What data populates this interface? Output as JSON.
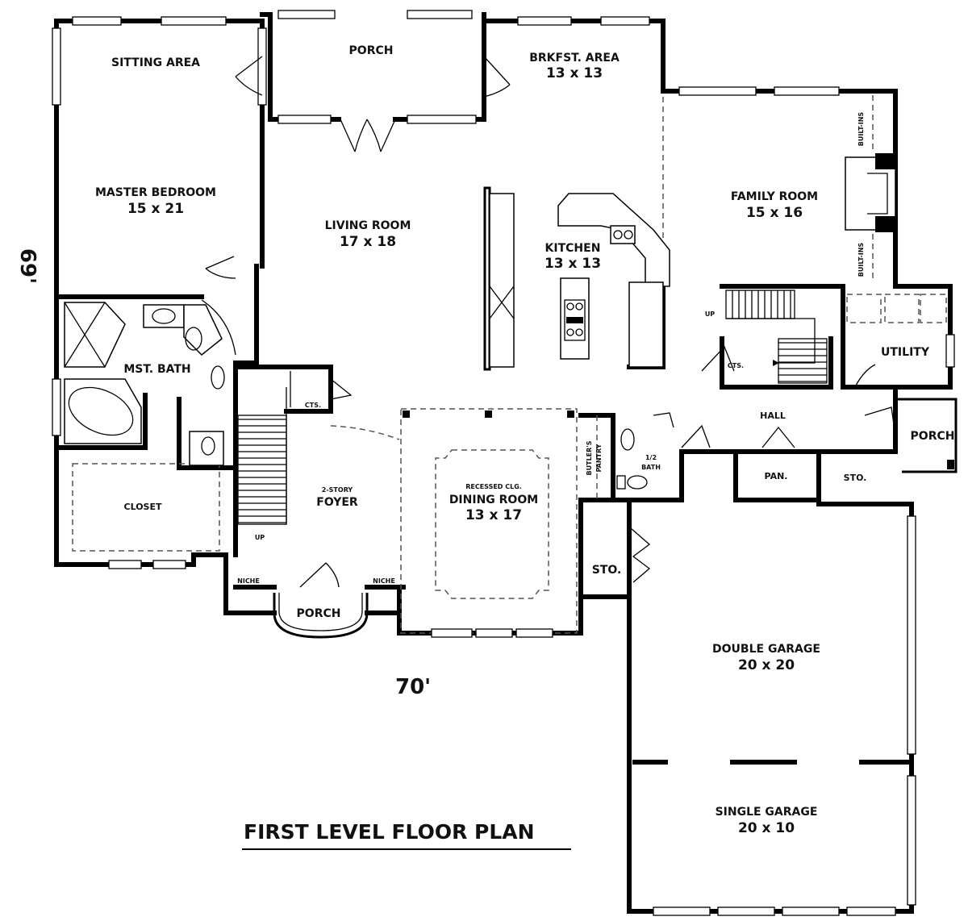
{
  "plan": {
    "title": "FIRST LEVEL FLOOR PLAN",
    "width_label": "70'",
    "depth_label": "69'"
  },
  "rooms": {
    "sitting_area": {
      "name": "SITTING AREA"
    },
    "porch_rear": {
      "name": "PORCH"
    },
    "breakfast": {
      "name": "BRKFST. AREA",
      "dims": "13 x 13"
    },
    "master_bedroom": {
      "name": "MASTER BEDROOM",
      "dims": "15 x 21"
    },
    "living_room": {
      "name": "LIVING ROOM",
      "dims": "17 x 18"
    },
    "kitchen": {
      "name": "KITCHEN",
      "dims": "13 x 13"
    },
    "family_room": {
      "name": "FAMILY ROOM",
      "dims": "15 x 16"
    },
    "mst_bath": {
      "name": "MST. BATH"
    },
    "utility": {
      "name": "UTILITY"
    },
    "closet": {
      "name": "CLOSET"
    },
    "foyer": {
      "note": "2-STORY",
      "name": "FOYER"
    },
    "dining_room": {
      "note": "RECESSED CLG.",
      "name": "DINING ROOM",
      "dims": "13 x 17"
    },
    "half_bath": {
      "name": "1/2",
      "sub": "BATH"
    },
    "butlers_pantry": {
      "line1": "BUTLER'S",
      "line2": "PANTRY"
    },
    "hall": {
      "name": "HALL"
    },
    "porch_side": {
      "name": "PORCH"
    },
    "pantry": {
      "name": "PAN."
    },
    "storage_hall": {
      "name": "STO."
    },
    "storage_garage": {
      "name": "STO."
    },
    "porch_front": {
      "name": "PORCH"
    },
    "double_garage": {
      "name": "DOUBLE GARAGE",
      "dims": "20 x 20"
    },
    "single_garage": {
      "name": "SINGLE GARAGE",
      "dims": "20 x 10"
    }
  },
  "labels": {
    "built_ins_top": "BUILT-INS",
    "built_ins_bottom": "BUILT-INS",
    "up_foyer": "UP",
    "up_hall": "UP",
    "cts_foyer": "CTS.",
    "cts_hall": "CTS.",
    "niche_left": "NICHE",
    "niche_right": "NICHE"
  }
}
